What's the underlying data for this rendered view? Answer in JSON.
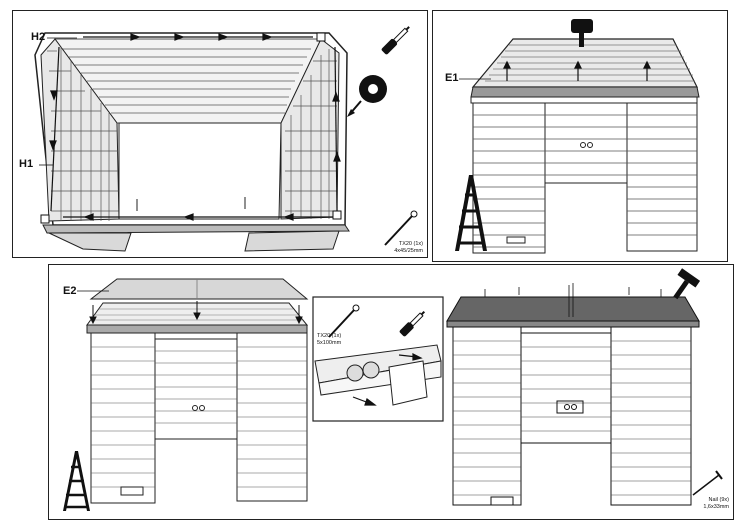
{
  "panel1": {
    "label_h2": "H2",
    "label_h1": "H1",
    "screw_spec_line1": "TX20 (1x)",
    "screw_spec_line2": "4x45/25mm"
  },
  "panel2": {
    "label_e1": "E1"
  },
  "panel3": {
    "label_e2": "E2",
    "detail_screw_line1": "TX20 (1x)",
    "detail_screw_line2": "5x100mm",
    "nail_spec_line1": "Nail (9x)",
    "nail_spec_line2": "1,6x33mm"
  }
}
